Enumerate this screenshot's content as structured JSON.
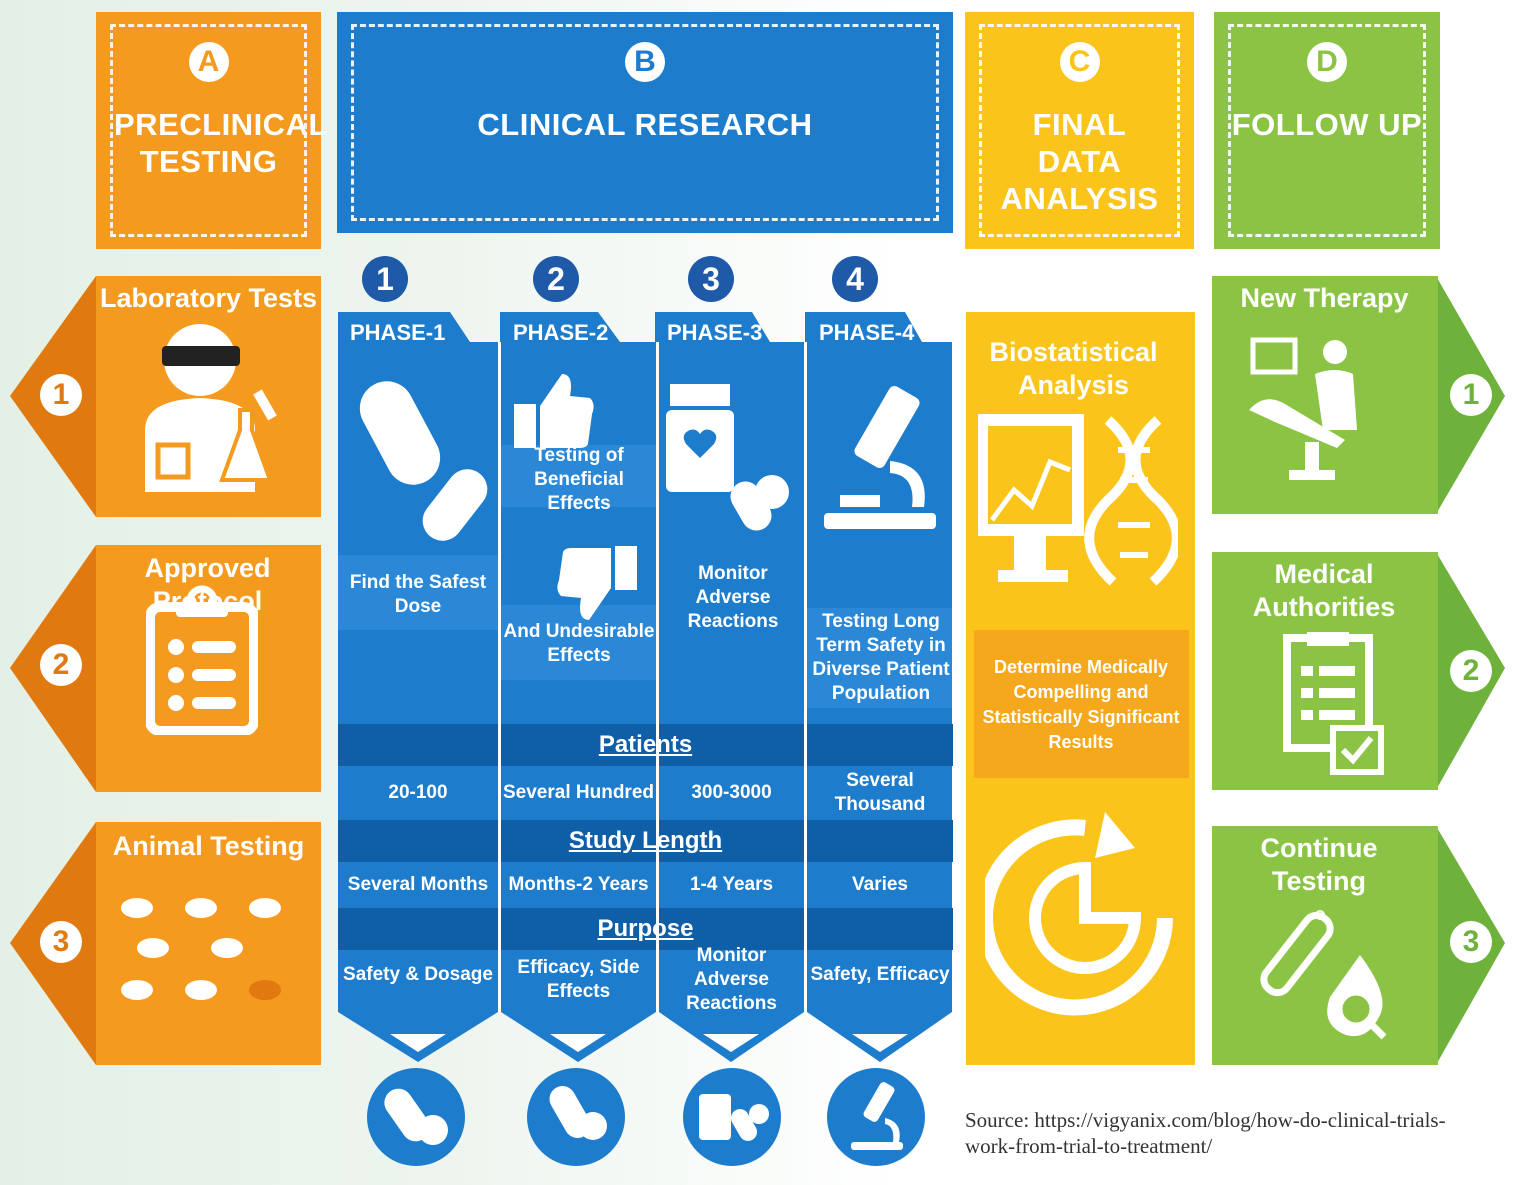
{
  "headers": {
    "a": {
      "letter": "A",
      "title": "PRECLINICAL TESTING"
    },
    "b": {
      "letter": "B",
      "title": "CLINICAL RESEARCH"
    },
    "c": {
      "letter": "C",
      "title": "FINAL DATA ANALYSIS"
    },
    "d": {
      "letter": "D",
      "title": "FOLLOW UP"
    }
  },
  "preclinical": [
    {
      "num": "1",
      "label": "Laboratory Tests",
      "icon": "lab-scientist-icon"
    },
    {
      "num": "2",
      "label": "Approved Protocol",
      "icon": "clipboard-icon"
    },
    {
      "num": "3",
      "label": "Animal Testing",
      "icon": "mice-icon"
    }
  ],
  "phases": [
    {
      "num": "1",
      "tab": "PHASE-1",
      "desc": "Find the Safest Dose",
      "patients": "20-100",
      "length": "Several Months",
      "purpose": "Safety & Dosage",
      "icon": "capsule-icon"
    },
    {
      "num": "2",
      "tab": "PHASE-2",
      "desc_a": "Testing of Beneficial Effects",
      "desc_b": "And Undesirable Effects",
      "patients": "Several Hundred",
      "length": "Months-2 Years",
      "purpose": "Efficacy, Side Effects",
      "icon": "thumbs-icon"
    },
    {
      "num": "3",
      "tab": "PHASE-3",
      "desc": "Monitor Adverse Reactions",
      "patients": "300-3000",
      "length": "1-4 Years",
      "purpose": "Monitor Adverse Reactions",
      "icon": "pill-bottle-icon"
    },
    {
      "num": "4",
      "tab": "PHASE-4",
      "desc": "Testing Long Term Safety in Diverse Patient Population",
      "patients": "Several Thousand",
      "length": "Varies",
      "purpose": "Safety, Efficacy",
      "icon": "microscope-icon"
    }
  ],
  "bands": {
    "patients": "Patients",
    "length": "Study Length",
    "purpose": "Purpose"
  },
  "analysis": {
    "title": "Biostatistical Analysis",
    "desc": "Determine Medically Compelling and Statistically Significant Results"
  },
  "followup": [
    {
      "num": "1",
      "label": "New Therapy",
      "icon": "therapy-icon"
    },
    {
      "num": "2",
      "label": "Medical Authorities",
      "icon": "checklist-icon"
    },
    {
      "num": "3",
      "label": "Continue Testing",
      "icon": "test-tube-icon"
    }
  ],
  "source": "Source: https://vigyanix.com/blog/how-do-clinical-trials-work-from-trial-to-treatment/",
  "colors": {
    "orange": "#f39a1f",
    "blue": "#1e7ccc",
    "yellow": "#fbc41a",
    "green": "#8bc444"
  }
}
